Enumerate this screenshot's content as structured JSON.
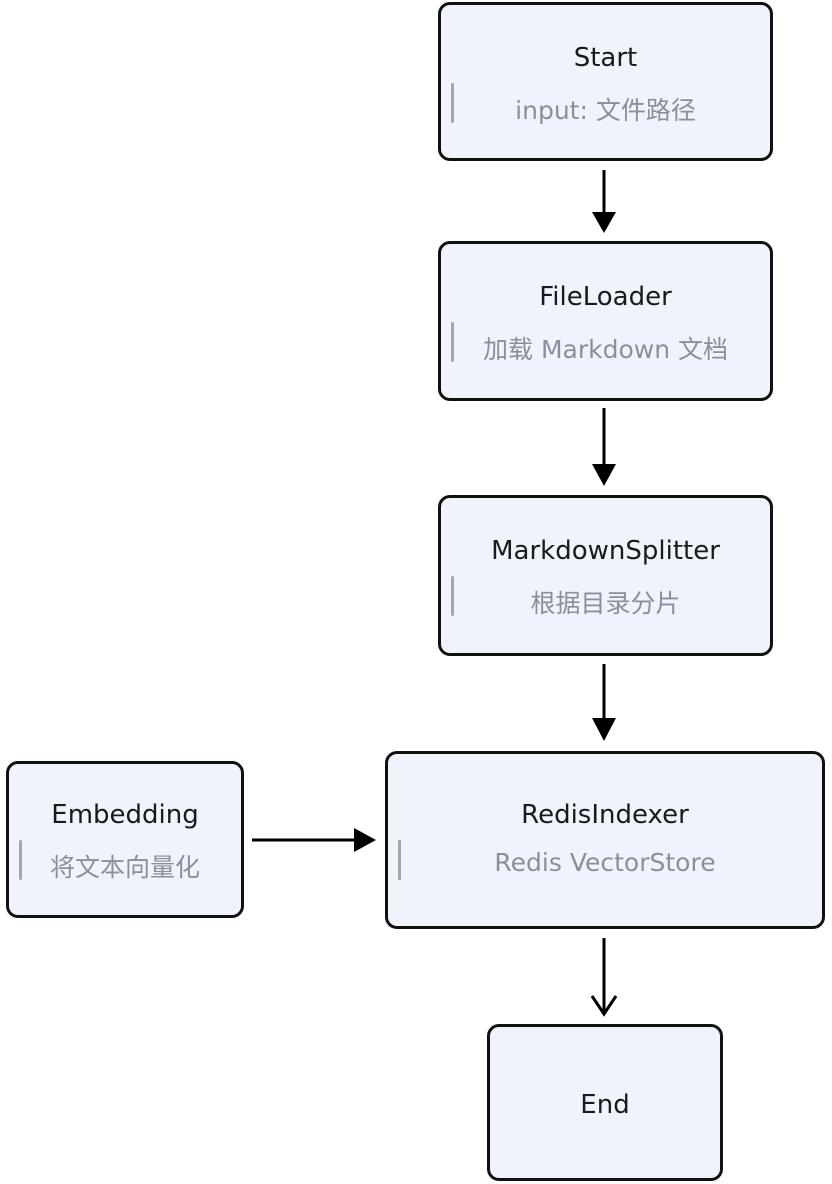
{
  "nodes": {
    "start": {
      "title": "Start",
      "subtitle": "input: 文件路径"
    },
    "fileloader": {
      "title": "FileLoader",
      "subtitle": "加载 Markdown 文档"
    },
    "splitter": {
      "title": "MarkdownSplitter",
      "subtitle": "根据目录分片"
    },
    "embedding": {
      "title": "Embedding",
      "subtitle": "将文本向量化"
    },
    "indexer": {
      "title": "RedisIndexer",
      "subtitle": "Redis VectorStore"
    },
    "end": {
      "title": "End"
    }
  },
  "edges": [
    {
      "from": "Start",
      "to": "FileLoader"
    },
    {
      "from": "FileLoader",
      "to": "MarkdownSplitter"
    },
    {
      "from": "MarkdownSplitter",
      "to": "RedisIndexer"
    },
    {
      "from": "Embedding",
      "to": "RedisIndexer"
    },
    {
      "from": "RedisIndexer",
      "to": "End"
    }
  ],
  "colors": {
    "node_fill": "#eff3fc",
    "node_border": "#111111",
    "title_text": "#1a1a1a",
    "subtitle_text": "#8b8f99",
    "accent_bar": "#a2a6ae",
    "edge": "#000000"
  }
}
